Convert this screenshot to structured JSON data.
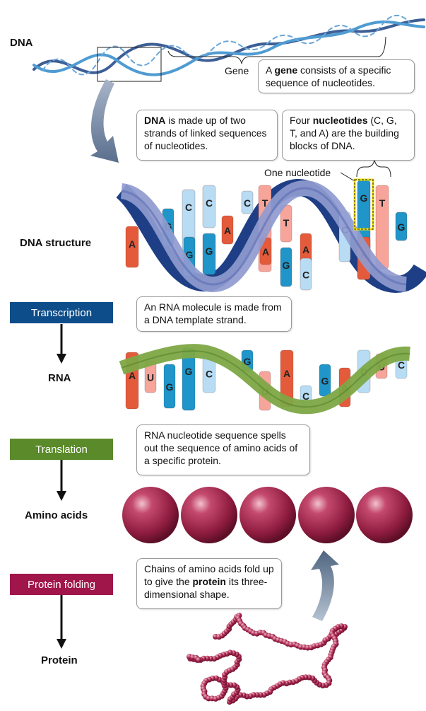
{
  "colors": {
    "transcription": "#0d4d8a",
    "translation": "#5a8a2a",
    "folding": "#a0154a",
    "backbone_blue": "#5b6aa8",
    "backbone_green": "#6f9a3a",
    "amino": "#b3274f"
  },
  "labels": {
    "dna": "DNA",
    "gene": "Gene",
    "one_nucleotide": "One nucleotide",
    "dna_structure": "DNA structure",
    "rna": "RNA",
    "amino_acids": "Amino acids",
    "protein": "Protein"
  },
  "bands": {
    "transcription": "Transcription",
    "translation": "Translation",
    "folding": "Protein folding"
  },
  "boxes": {
    "gene": {
      "pre": "A ",
      "bold": "gene",
      "post": " consists of a specific sequence of nucleotides."
    },
    "dna": {
      "pre": "",
      "bold": "DNA",
      "post": " is made up of two strands of linked sequences of nucleotides."
    },
    "nucleotides": {
      "pre": "Four ",
      "bold": "nucleotides",
      "post": " (C, G, T, and A) are the building blocks of DNA."
    },
    "transcription": {
      "text": "An RNA molecule is made from a DNA template strand."
    },
    "translation": {
      "text": "RNA nucleotide sequence spells out the sequence of amino acids of a specific protein."
    },
    "folding": {
      "pre": "Chains of amino acids fold up to give the ",
      "bold": "protein",
      "post": " its three-dimensional shape."
    }
  },
  "dna_bases": [
    "A",
    "G",
    "C",
    "G",
    "C",
    "G",
    "A",
    "C",
    "T",
    "A",
    "T",
    "G",
    "A",
    "C",
    "C",
    "G",
    "A",
    "T",
    "G"
  ],
  "rna_bases": [
    "A",
    "U",
    "G",
    "G",
    "C",
    "G",
    "U",
    "A",
    "C",
    "G",
    "A",
    "C",
    "U",
    "C"
  ]
}
